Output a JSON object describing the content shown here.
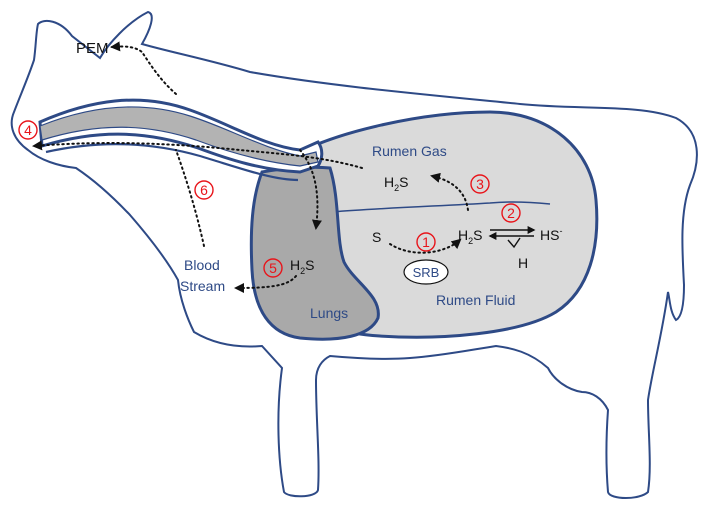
{
  "labels": {
    "pem": "PEM",
    "rumen_gas": "Rumen Gas",
    "rumen_fluid": "Rumen Fluid",
    "lungs": "Lungs",
    "blood": "Blood",
    "stream": "Stream",
    "h2s_gas": {
      "h": "H",
      "sub": "2",
      "s": "S"
    },
    "h2s_fluid": {
      "h": "H",
      "sub": "2",
      "s": "S"
    },
    "h2s_lungs": {
      "h": "H",
      "sub": "2",
      "s": "S"
    },
    "sulfur": "S",
    "srb": "SRB",
    "hs": {
      "base": "HS",
      "sup": "-"
    },
    "h_ion": "H"
  },
  "steps": [
    "1",
    "2",
    "3",
    "4",
    "5",
    "6"
  ],
  "colors": {
    "outline": "#2e4a86",
    "rumen_fill": "#dadada",
    "lungs_fill": "#a9a9a9",
    "trachea_fill": "#b3b3b3",
    "step_red": "#e8151b"
  }
}
